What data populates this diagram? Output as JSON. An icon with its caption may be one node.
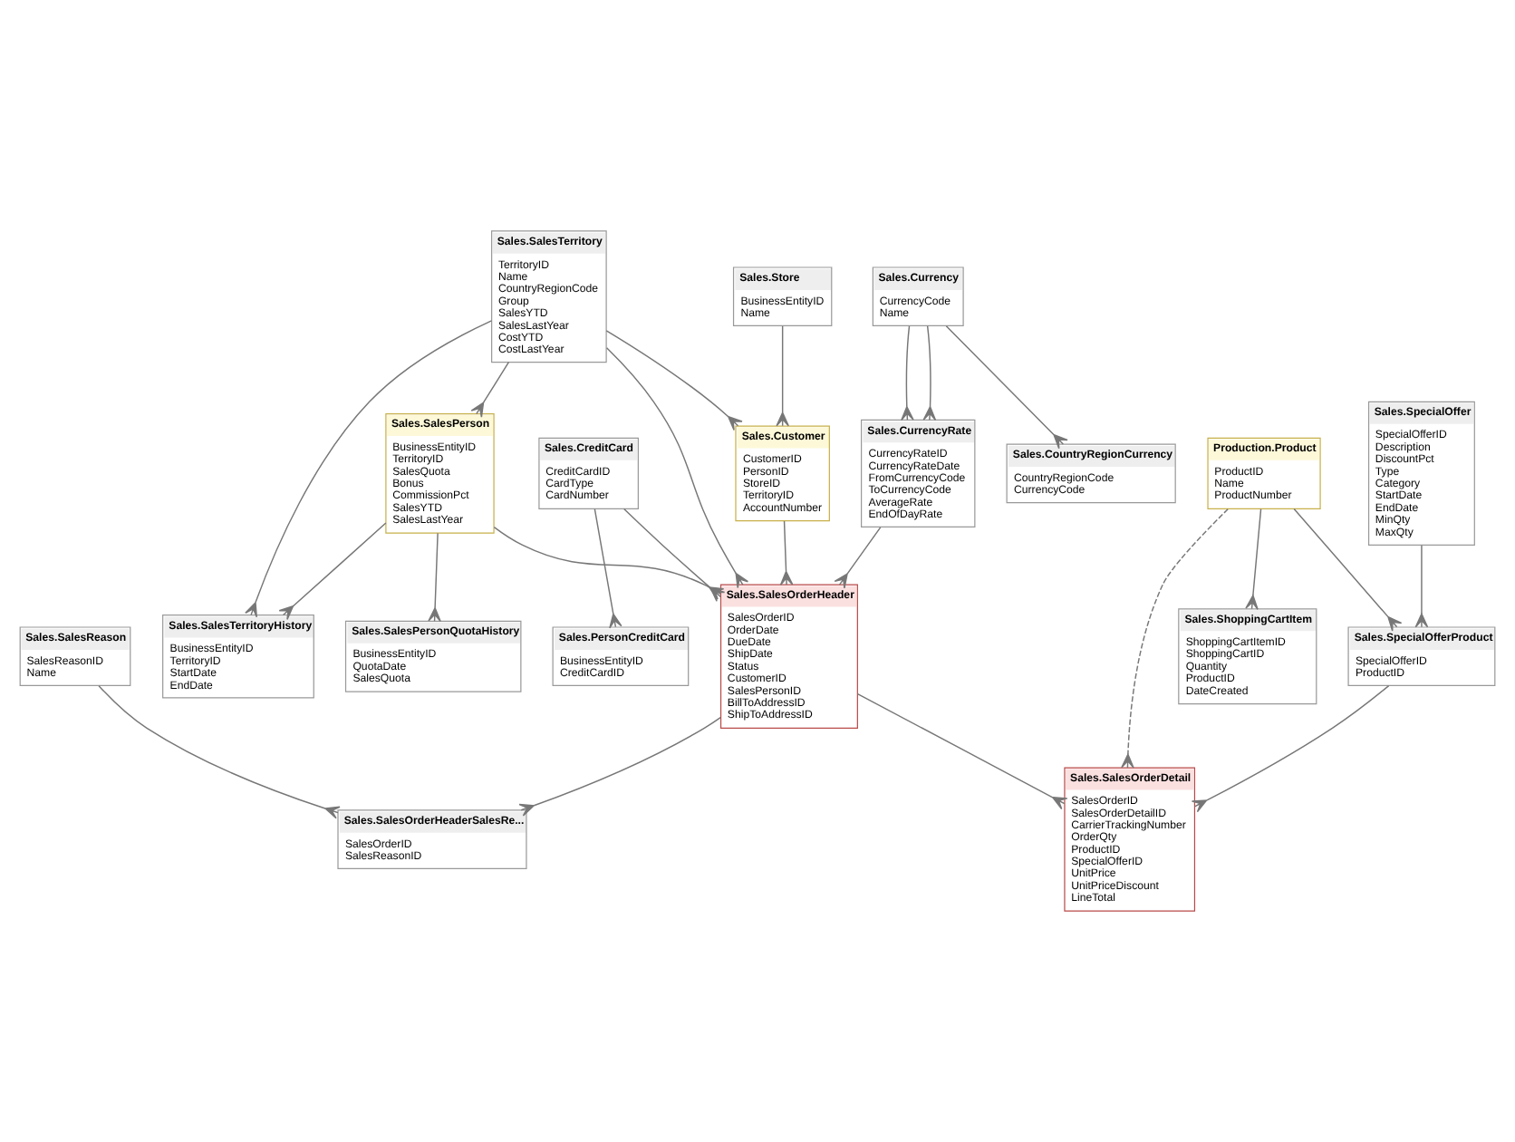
{
  "diagram": {
    "nodes": [
      {
        "text": [
          "Sales.Store",
          "BusinessEntityID",
          "Name"
        ]
      },
      {
        "text": [
          "Sales.Customer",
          "CustomerID",
          "PersonID",
          "StoreID",
          "TerritoryID",
          "AccountNumber"
        ]
      },
      {
        "text": [
          "Sales.CreditCard",
          "CreditCardID",
          "CardType",
          "CardNumber"
        ]
      },
      {
        "text": [
          "Sales.SalesTerritoryHistory",
          "BusinessEntityID",
          "TerritoryID",
          "StartDate",
          "EndDate"
        ]
      },
      {
        "text": [
          "Sales.SalesTerritory",
          "TerritoryID",
          "Name",
          "CountryRegionCode",
          "Group",
          "SalesYTD",
          "SalesLastYear",
          "CostYTD",
          "CostLastYear"
        ]
      },
      {
        "text": [
          "Sales.SalesOrderHeader",
          "SalesOrderID",
          "OrderDate",
          "DueDate",
          "ShipDate",
          "Status",
          "CustomerID",
          "SalesPersonID",
          "BillToAddressID",
          "ShipToAddressID"
        ]
      },
      {
        "text": [
          "Sales.PersonCreditCard",
          "BusinessEntityID",
          "CreditCardID"
        ]
      },
      {
        "text": [
          "Sales.SalesOrderHeaderSalesRe...",
          "SalesOrderID",
          "SalesReasonID"
        ]
      },
      {
        "text": [
          "Sales.SalesReason",
          "SalesReasonID",
          "Name"
        ]
      },
      {
        "text": [
          "Sales.SalesPerson",
          "BusinessEntityID",
          "TerritoryID",
          "SalesQuota",
          "Bonus",
          "CommissionPct",
          "SalesYTD",
          "SalesLastYear"
        ]
      },
      {
        "text": [
          "Sales.CurrencyRate",
          "CurrencyRateID",
          "CurrencyRateDate",
          "FromCurrencyCode",
          "ToCurrencyCode",
          "AverageRate",
          "EndOfDayRate"
        ]
      },
      {
        "text": [
          "Sales.SalesOrderDetail",
          "SalesOrderID",
          "SalesOrderDetailID",
          "CarrierTrackingNumber",
          "OrderQty",
          "ProductID",
          "SpecialOfferID",
          "UnitPrice",
          "UnitPriceDiscount",
          "LineTotal"
        ]
      },
      {
        "text": [
          "Production.Product",
          "ProductID",
          "Name",
          "ProductNumber"
        ]
      },
      {
        "text": [
          "Sales.SalesPersonQuotaHistory",
          "BusinessEntityID",
          "QuotaDate",
          "SalesQuota"
        ]
      },
      {
        "text": [
          "Sales.ShoppingCartItem",
          "ShoppingCartItemID",
          "ShoppingCartID",
          "Quantity",
          "ProductID",
          "DateCreated"
        ]
      },
      {
        "text": [
          "Sales.Currency",
          "CurrencyCode",
          "Name"
        ]
      },
      {
        "text": [
          "Sales.SpecialOfferProduct",
          "SpecialOfferID",
          "ProductID"
        ]
      },
      {
        "text": [
          "Sales.CountryRegionCurrency",
          "CountryRegionCode",
          "CurrencyCode"
        ]
      },
      {
        "text": [
          "Sales.SpecialOffer",
          "SpecialOfferID",
          "Description",
          "DiscountPct",
          "Type",
          "Category",
          "StartDate",
          "EndDate",
          "MinQty",
          "MaxQty"
        ]
      }
    ],
    "edges": [
      {
        "from": 0,
        "to": 1,
        "arrow": "other"
      },
      {
        "from": 1,
        "to": 5,
        "arrow": "other"
      },
      {
        "from": 4,
        "to": 1,
        "arrow": "other"
      },
      {
        "from": 2,
        "to": 5,
        "arrow": "other"
      },
      {
        "from": 2,
        "to": 6,
        "arrow": "other"
      },
      {
        "from": 4,
        "to": 3,
        "arrow": "other"
      },
      {
        "from": 9,
        "to": 3,
        "arrow": "other"
      },
      {
        "from": 4,
        "to": 9,
        "arrow": "other"
      },
      {
        "from": 4,
        "to": 5,
        "arrow": "other"
      },
      {
        "from": 9,
        "to": 5,
        "arrow": "other"
      },
      {
        "from": 10,
        "to": 5,
        "arrow": "other"
      },
      {
        "from": 5,
        "to": 11,
        "arrow": "other"
      },
      {
        "from": 5,
        "to": 7,
        "arrow": "other"
      },
      {
        "from": 8,
        "to": 7,
        "arrow": "other"
      },
      {
        "from": 9,
        "to": 13,
        "arrow": "other"
      },
      {
        "from": 15,
        "to": 10,
        "arrow": "other"
      },
      {
        "from": 15,
        "to": 10,
        "arrow": "other"
      },
      {
        "from": 15,
        "to": 17,
        "arrow": "other"
      },
      {
        "from": 16,
        "to": 11,
        "arrow": "other"
      },
      {
        "from": 12,
        "to": 11,
        "arrow": "other",
        "style": "dashed"
      },
      {
        "from": 12,
        "to": 14,
        "arrow": "other"
      },
      {
        "from": 12,
        "to": 16,
        "arrow": "other"
      },
      {
        "from": 18,
        "to": 16,
        "arrow": "other"
      }
    ]
  }
}
